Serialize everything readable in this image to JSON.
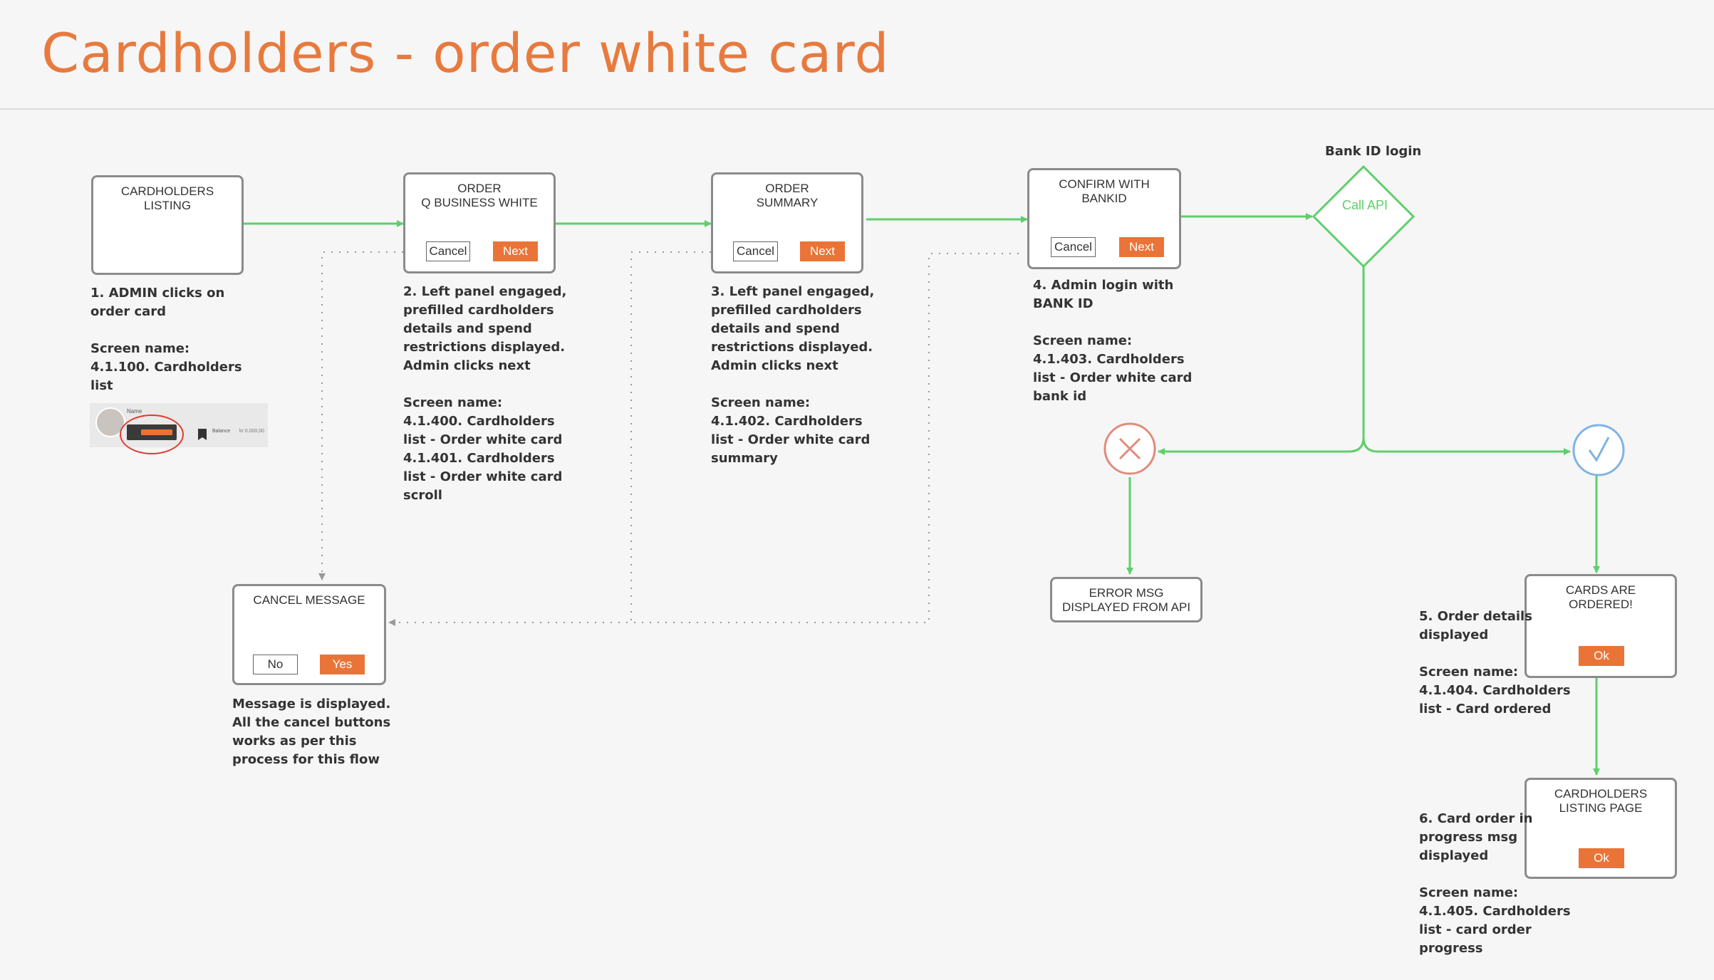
{
  "title": "Cardholders - order white card",
  "colors": {
    "accent": "#e87a3e",
    "flow": "#5ecf6b",
    "error": "#e28b7b",
    "success": "#7fb3e6"
  },
  "boxes": {
    "listing": {
      "title": "CARDHOLDERS\nLISTING"
    },
    "order": {
      "title": "ORDER\nQ BUSINESS WHITE",
      "cancel": "Cancel",
      "next": "Next"
    },
    "summary": {
      "title": "ORDER\nSUMMARY",
      "cancel": "Cancel",
      "next": "Next"
    },
    "confirm": {
      "title": "CONFIRM WITH\nBANKID",
      "cancel": "Cancel",
      "next": "Next"
    },
    "cancel_msg": {
      "title": "CANCEL MESSAGE",
      "no": "No",
      "yes": "Yes"
    },
    "error": {
      "title": "ERROR MSG\nDISPLAYED FROM API"
    },
    "ordered": {
      "title": "CARDS ARE\nORDERED!",
      "ok": "Ok"
    },
    "listing_page": {
      "title": "CARDHOLDERS\nLISTING PAGE",
      "ok": "Ok"
    }
  },
  "decision": {
    "label": "Bank ID login",
    "text": "Call API"
  },
  "notes": {
    "n1": "1. ADMIN clicks on\norder card\n\nScreen name:\n4.1.100. Cardholders\nlist",
    "n2": "2. Left panel engaged,\nprefilled cardholders\ndetails and spend\nrestrictions displayed.\nAdmin clicks next\n\nScreen name:\n4.1.400. Cardholders\nlist - Order white card\n4.1.401. Cardholders\nlist - Order white card\nscroll",
    "n3": "3. Left panel engaged,\nprefilled cardholders\ndetails and spend\nrestrictions displayed.\nAdmin clicks next\n\nScreen name:\n4.1.402. Cardholders\nlist - Order white card\nsummary",
    "n4": "4. Admin login with\nBANK ID\n\nScreen name:\n4.1.403. Cardholders\nlist - Order white card\nbank id",
    "n5": "5. Order details\ndisplayed\n\nScreen name:\n4.1.404. Cardholders\nlist - Card ordered",
    "n6": "6. Card order in\nprogress msg\ndisplayed\n\nScreen name:\n4.1.405. Cardholders\nlist - card order\nprogress",
    "cancel_note": "Message is displayed.\nAll the cancel buttons\nworks as per this\nprocess for this flow"
  },
  "thumbnail": {
    "name": "Name",
    "balance": "Balance",
    "amount": "kr 0.000,00"
  }
}
